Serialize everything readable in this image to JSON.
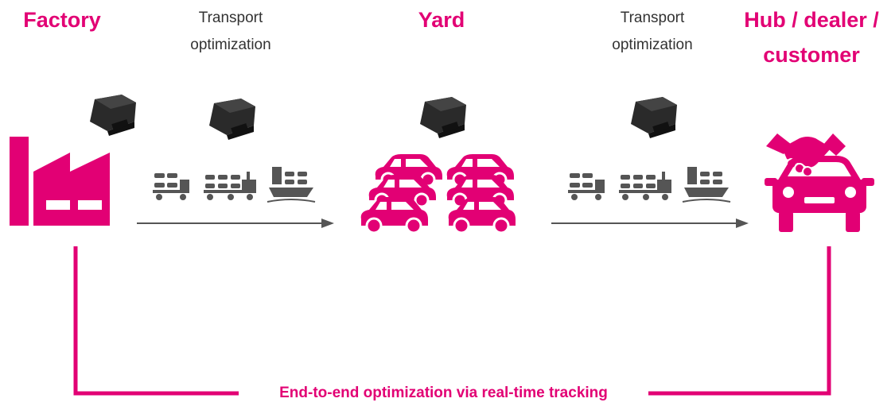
{
  "stages": {
    "factory": "Factory",
    "yard": "Yard",
    "hub_line1": "Hub / dealer /",
    "hub_line2": "customer"
  },
  "transport_left": {
    "line1": "Transport",
    "line2": "optimization"
  },
  "transport_right": {
    "line1": "Transport",
    "line2": "optimization"
  },
  "footer": "End-to-end optimization via real-time tracking",
  "icons": [
    "factory-icon",
    "tracker-device-icon",
    "truck-icon",
    "car-carrier-truck-icon",
    "ship-icon",
    "car-icon",
    "handshake-icon",
    "arrow-right-icon"
  ],
  "colors": {
    "accent": "#e20074",
    "text": "#333333",
    "transport": "#555555",
    "device": "#222222"
  }
}
